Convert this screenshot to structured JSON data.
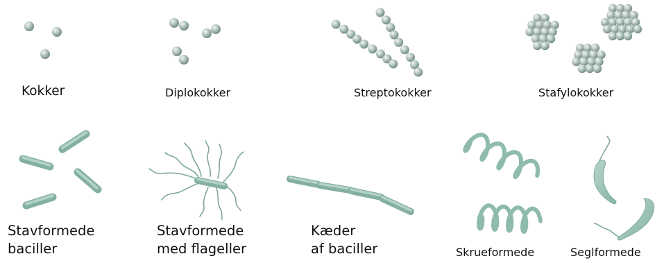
{
  "labels": {
    "kokker": "Kokker",
    "diplokokker": "Diplokokker",
    "streptokokker": "Streptokokker",
    "stafylokokker": "Stafylokokker",
    "stavformede_1": "Stavformede",
    "stavformede_2": "baciller",
    "flageller_1": "Stavformede",
    "flageller_2": "med flageller",
    "kaeder_1": "Kæder",
    "kaeder_2": "af baciller",
    "skrue": "Skrueformede",
    "segl": "Seglformede"
  },
  "colors": {
    "coccus_light": "#e8efec",
    "coccus_dark": "#6f8a80",
    "rod_fill": "#9cc4b4",
    "rod_stroke": "#7fae9c",
    "flagella": "#7fa897",
    "spiral": "#9cc4b4"
  }
}
